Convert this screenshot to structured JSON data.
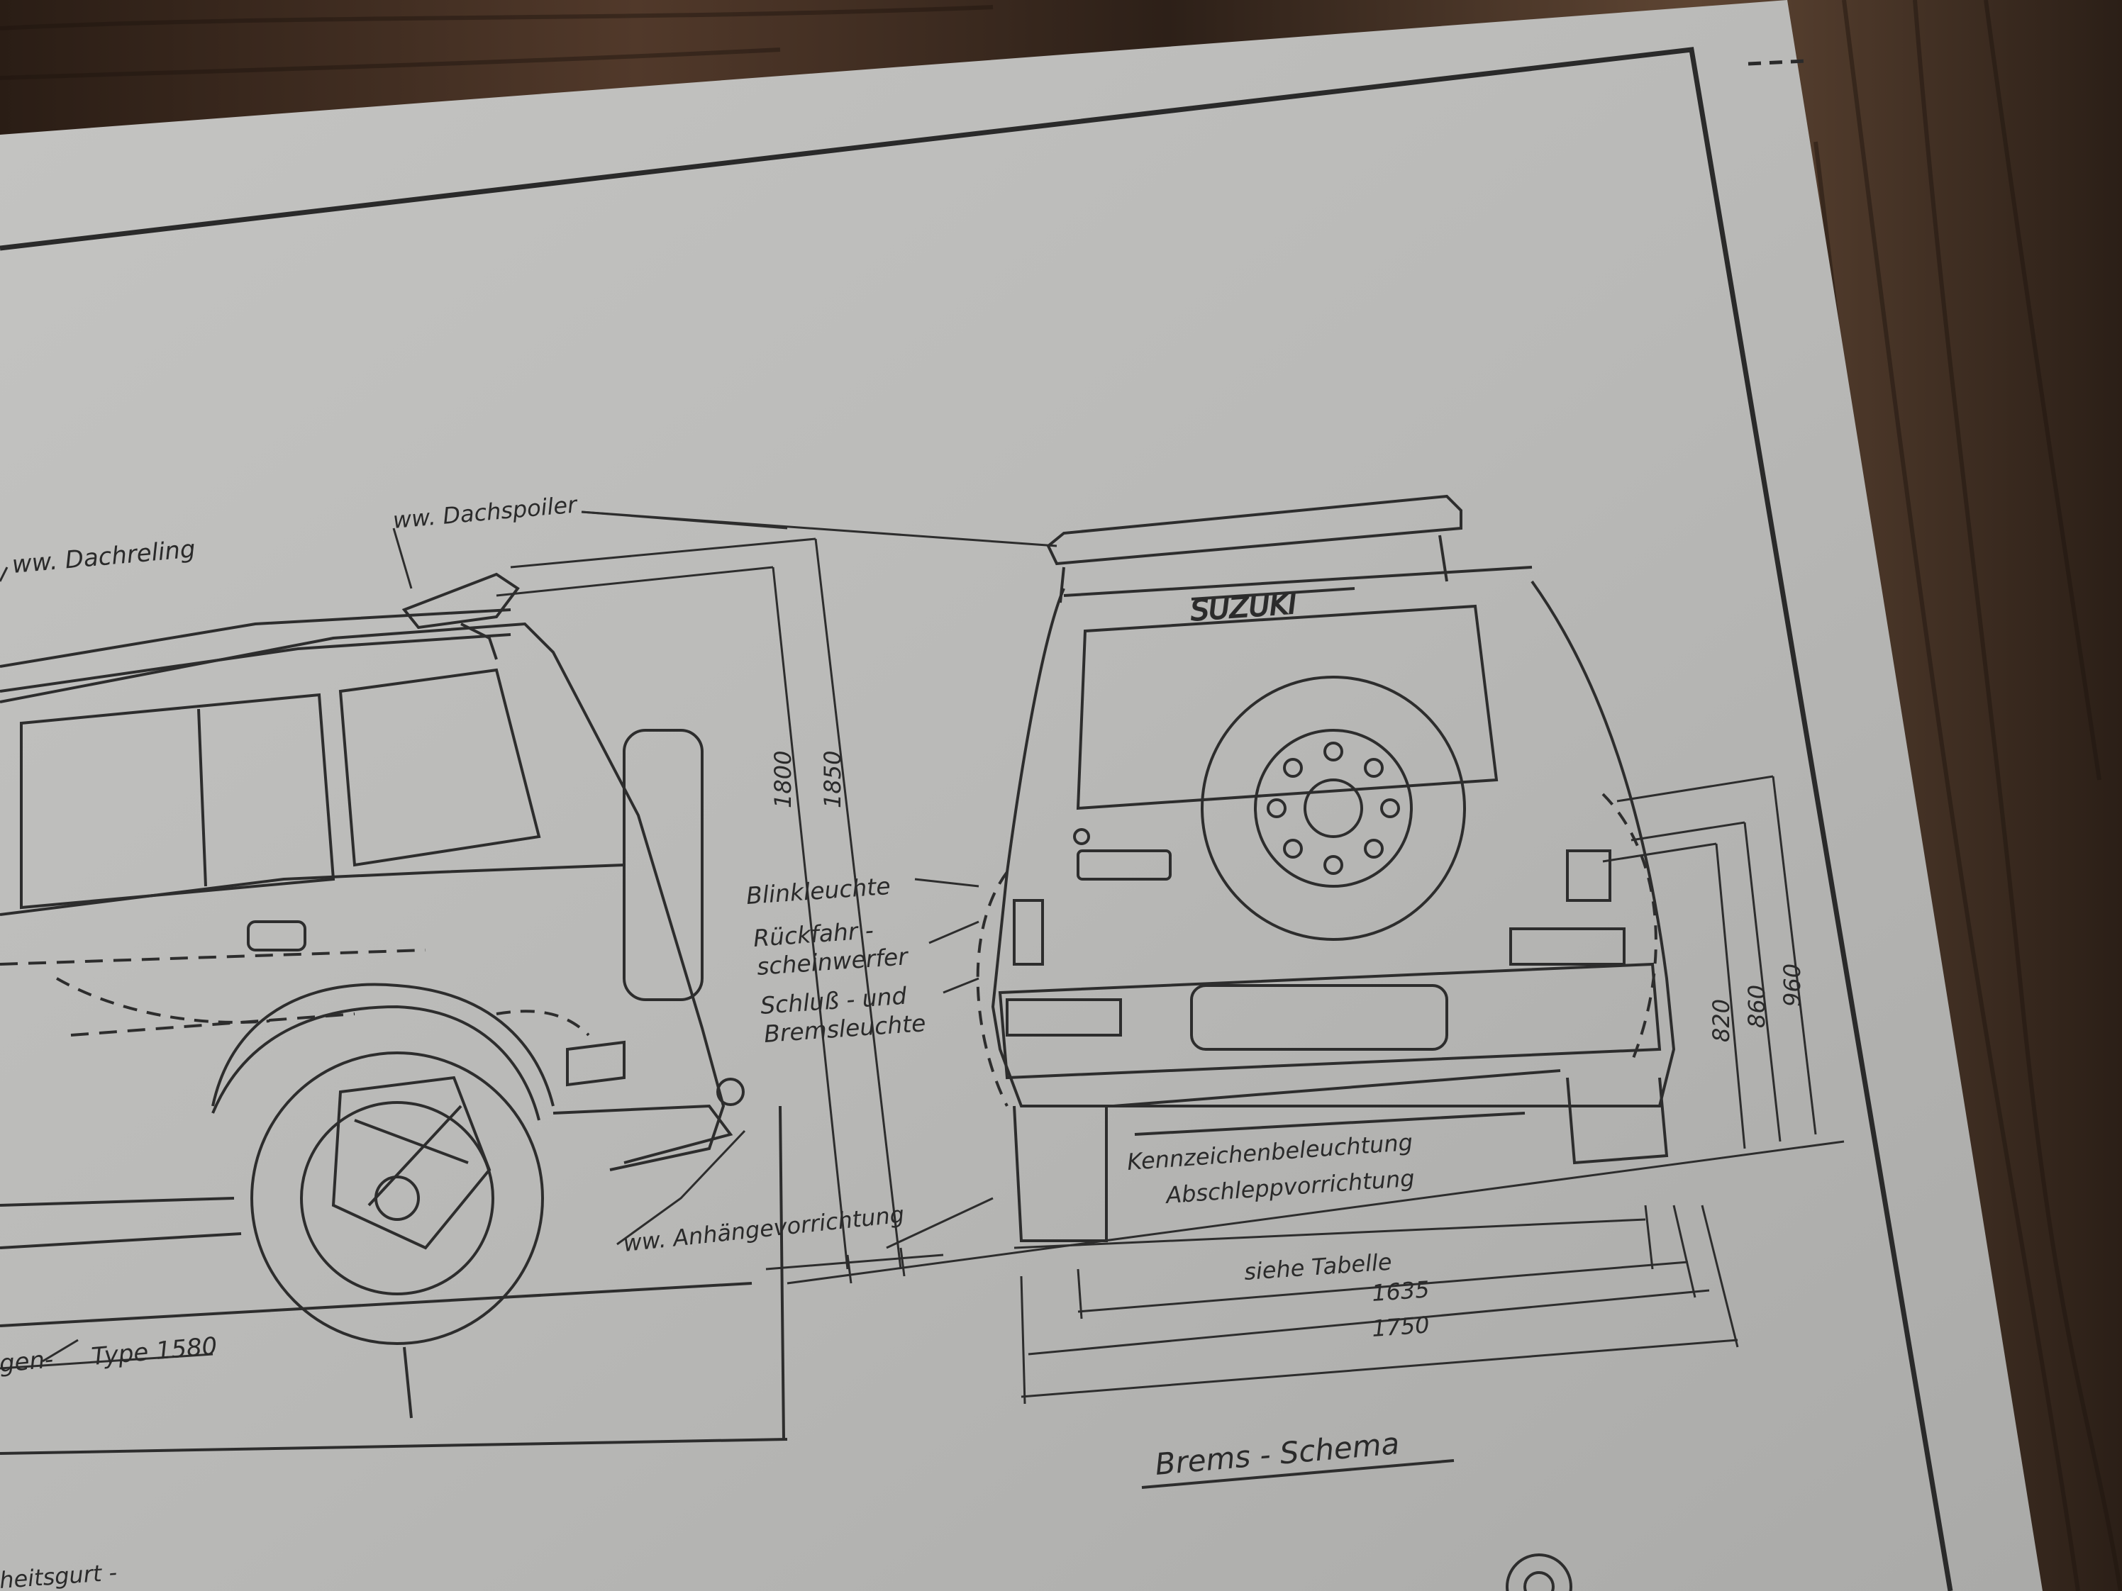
{
  "labels": {
    "dachreling": "ww. Dachreling",
    "dachspoiler": "ww. Dachspoiler",
    "blinkleuchte": "Blinkleuchte",
    "rueckfahr_line1": "Rückfahr -",
    "rueckfahr_line2": "scheinwerfer",
    "schluss_line1": "Schluß - und",
    "schluss_line2": "Bremsleuchte",
    "kennzeichen": "Kennzeichenbeleuchtung",
    "abschlepp": "Abschleppvorrichtung",
    "anhaenge": "ww. Anhängevorrichtung",
    "type": "Type 1580",
    "gen": "gen-",
    "gurt": "heitsgurt -",
    "siehe_tabelle": "siehe Tabelle",
    "brems_schema": "Brems - Schema",
    "emblem": "SUZUKI"
  },
  "dimensions": {
    "h1800": "1800",
    "h1850": "1850",
    "h820": "820",
    "h860": "860",
    "h960": "960",
    "w1635": "1635",
    "w1750": "1750"
  },
  "colors": {
    "paper": "#bdbdbb",
    "ink": "#2a2a2a",
    "wood_dark": "#2b1f18",
    "wood_light": "#5a4231"
  }
}
